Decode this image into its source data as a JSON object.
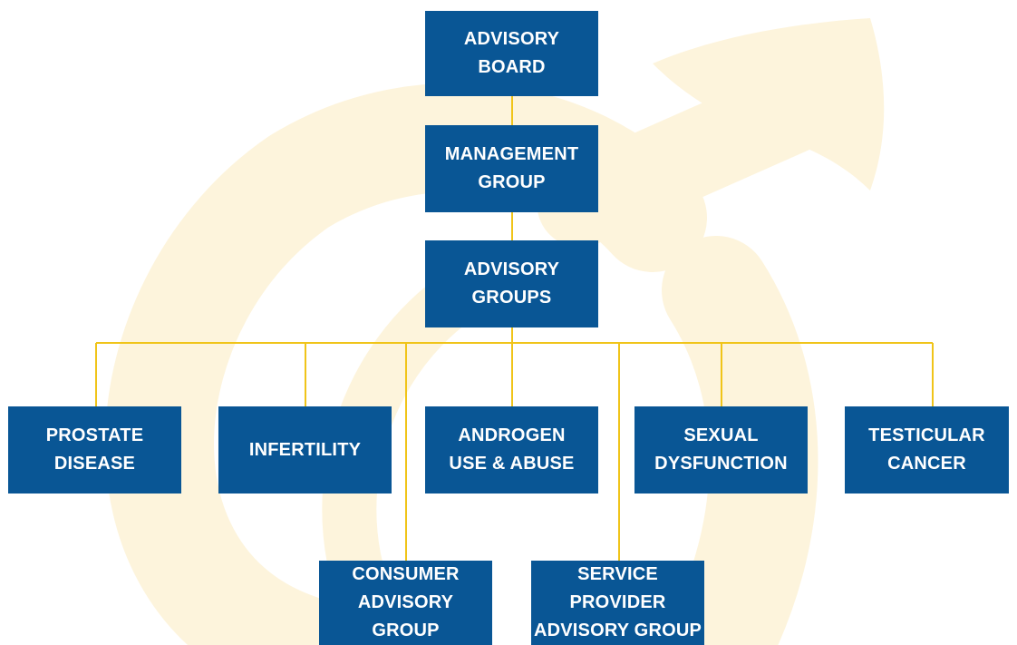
{
  "colors": {
    "box": "#095695",
    "connector": "#f0c419",
    "watermark": "#fdf4dc",
    "text": "#ffffff"
  },
  "watermark_icon": "male-symbol",
  "nodes": {
    "advisory_board": "ADVISORY BOARD",
    "management_group": "MANAGEMENT GROUP",
    "advisory_groups": "ADVISORY GROUPS",
    "prostate_disease": "PROSTATE DISEASE",
    "infertility": "INFERTILITY",
    "androgen_use_abuse": "ANDROGEN USE & ABUSE",
    "sexual_dysfunction": "SEXUAL DYSFUNCTION",
    "testicular_cancer": "TESTICULAR CANCER",
    "consumer_advisory_group": "CONSUMER ADVISORY GROUP",
    "service_provider_advisory_group": "SERVICE PROVIDER ADVISORY GROUP"
  }
}
